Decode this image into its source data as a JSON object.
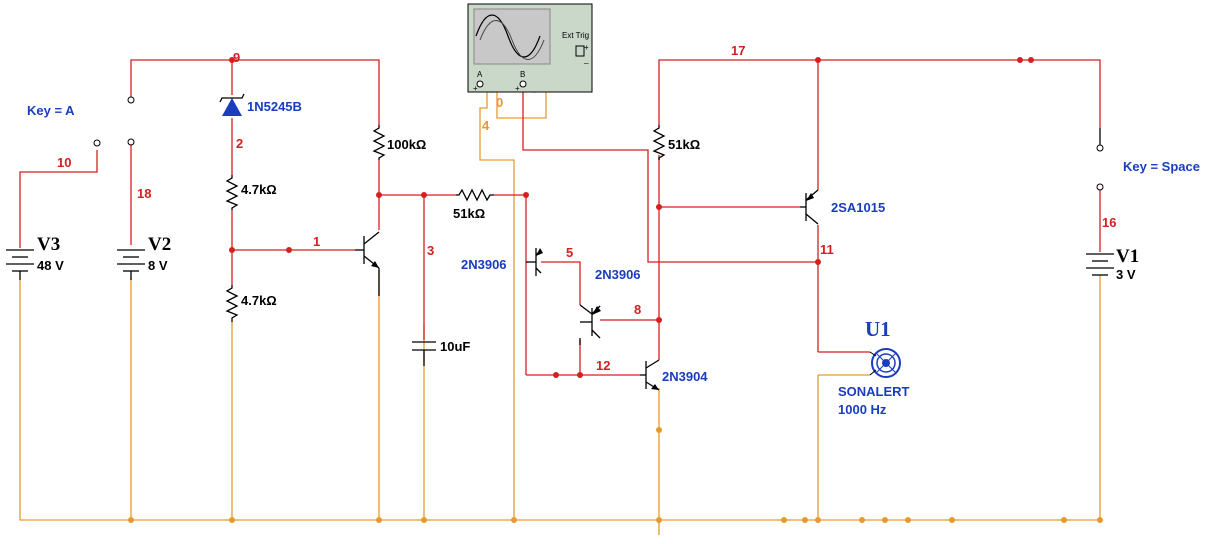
{
  "components": {
    "v3": {
      "name": "V3",
      "value": "48 V"
    },
    "v2": {
      "name": "V2",
      "value": "8 V"
    },
    "v1": {
      "name": "V1",
      "value": "3 V"
    },
    "key_a": "Key = A",
    "key_space": "Key = Space",
    "zener": "1N5245B",
    "r_100k": "100kΩ",
    "r_4k7_top": "4.7kΩ",
    "r_4k7_bottom": "4.7kΩ",
    "r_51k_horizontal": "51kΩ",
    "r_51k_vertical": "51kΩ",
    "cap": "10uF",
    "q_pnp_1": "2N3906",
    "q_pnp_2": "2N3906",
    "q_npn": "2N3904",
    "q_2sa": "2SA1015",
    "buzzer": {
      "name": "U1",
      "line1": "SONALERT",
      "line2": "1000 Hz"
    },
    "scope": {
      "ext_trig": "Ext Trig",
      "a": "A",
      "b": "B",
      "plus": "+",
      "minus": "_"
    }
  },
  "nets": {
    "n0": "0",
    "n1": "1",
    "n2": "2",
    "n3": "3",
    "n4": "4",
    "n5": "5",
    "n8": "8",
    "n9": "9",
    "n10": "10",
    "n11": "11",
    "n12": "12",
    "n16": "16",
    "n17": "17",
    "n18": "18"
  },
  "colors": {
    "wire_red": "#d42020",
    "wire_orange": "#e69a2e",
    "label_blue": "#1a3dbf",
    "scope_body": "#c9d8c9",
    "scope_screen": "#c8c8c8"
  }
}
